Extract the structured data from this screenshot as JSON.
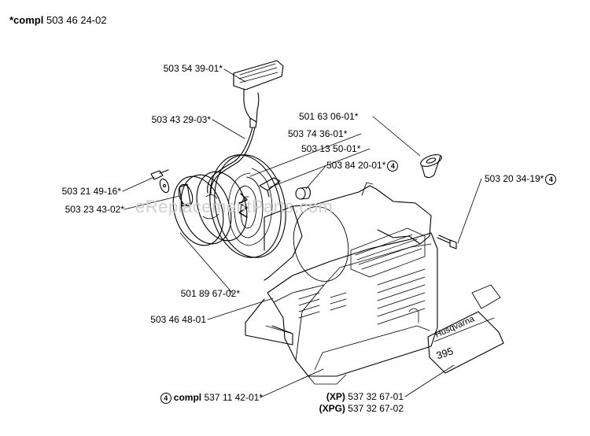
{
  "title": {
    "prefix": "*compl",
    "number": "503 46 24-02"
  },
  "watermark": "eReplacementParts.com",
  "callouts": {
    "handle": "503 54 39-01*",
    "rope": "503 43 29-03*",
    "spring_cassette": "503 74 36-01*",
    "pawl": "503 13 50-01*",
    "bushing": "503 84 20-01*",
    "grommet": "501 63 06-01*",
    "screw_right": "503 20 34-19*",
    "screw_left": "503 21 49-16*",
    "washer": "503 23 43-02*",
    "pulley": "501 89 67-02*",
    "housing": "503 46 48-01",
    "cover_prefix": "compl",
    "cover": "537 11 42-01*",
    "decal_xp_tag": "(XP)",
    "decal_xp": "537 32 67-01",
    "decal_xpg_tag": "(XPG)",
    "decal_xpg": "537 32 67-02"
  },
  "note_marker": "4",
  "decal_text": {
    "brand": "Husqvarna",
    "model": "395"
  },
  "colors": {
    "line": "#000000",
    "background": "#ffffff",
    "watermark": "#cfcfcf"
  }
}
